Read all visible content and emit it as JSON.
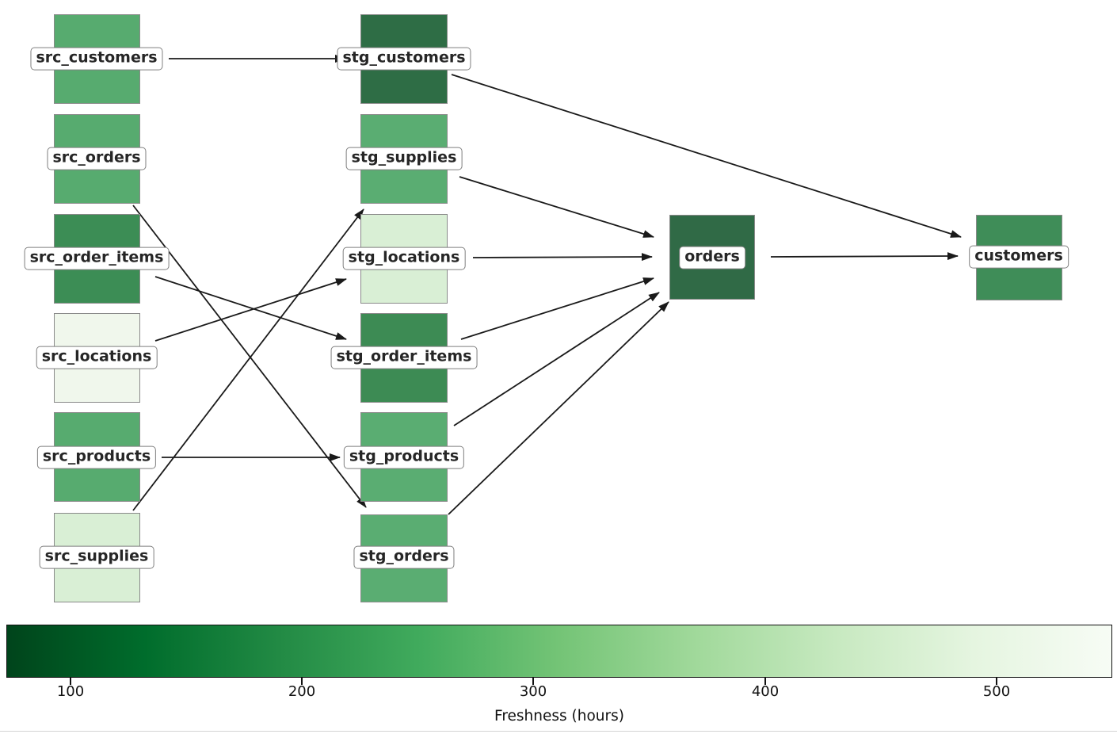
{
  "figure": {
    "background": "#ffffff",
    "edge_color": "#1a1a1a"
  },
  "nodes": [
    {
      "id": "src_customers",
      "label": "src_customers",
      "color": "#57ab6f"
    },
    {
      "id": "src_orders",
      "label": "src_orders",
      "color": "#57ab6f"
    },
    {
      "id": "src_order_items",
      "label": "src_order_items",
      "color": "#3c8d55"
    },
    {
      "id": "src_locations",
      "label": "src_locations",
      "color": "#f0f7ec"
    },
    {
      "id": "src_products",
      "label": "src_products",
      "color": "#57ab6f"
    },
    {
      "id": "src_supplies",
      "label": "src_supplies",
      "color": "#d9efd5"
    },
    {
      "id": "stg_customers",
      "label": "stg_customers",
      "color": "#2e6d45"
    },
    {
      "id": "stg_supplies",
      "label": "stg_supplies",
      "color": "#5aad72"
    },
    {
      "id": "stg_locations",
      "label": "stg_locations",
      "color": "#d9efd5"
    },
    {
      "id": "stg_order_items",
      "label": "stg_order_items",
      "color": "#3d8b54"
    },
    {
      "id": "stg_products",
      "label": "stg_products",
      "color": "#5aad72"
    },
    {
      "id": "stg_orders",
      "label": "stg_orders",
      "color": "#5aad72"
    },
    {
      "id": "orders",
      "label": "orders",
      "color": "#306a46"
    },
    {
      "id": "customers",
      "label": "customers",
      "color": "#3f8d58"
    }
  ],
  "edges": [
    {
      "from": "src_customers",
      "to": "stg_customers"
    },
    {
      "from": "src_orders",
      "to": "stg_orders"
    },
    {
      "from": "src_order_items",
      "to": "stg_order_items"
    },
    {
      "from": "src_locations",
      "to": "stg_locations"
    },
    {
      "from": "src_products",
      "to": "stg_products"
    },
    {
      "from": "src_supplies",
      "to": "stg_supplies"
    },
    {
      "from": "stg_customers",
      "to": "customers"
    },
    {
      "from": "stg_supplies",
      "to": "orders"
    },
    {
      "from": "stg_locations",
      "to": "orders"
    },
    {
      "from": "stg_order_items",
      "to": "orders"
    },
    {
      "from": "stg_products",
      "to": "orders"
    },
    {
      "from": "stg_orders",
      "to": "orders"
    },
    {
      "from": "orders",
      "to": "customers"
    }
  ],
  "colorbar": {
    "title": "Freshness (hours)",
    "tick_labels": [
      "100",
      "200",
      "300",
      "400",
      "500"
    ],
    "colormap": "Greens_r",
    "gradient": [
      "#00441b",
      "#006d2c",
      "#238b45",
      "#41ab5d",
      "#74c476",
      "#a1d99b",
      "#c7e9c0",
      "#e5f5e0",
      "#f7fcf5"
    ]
  }
}
